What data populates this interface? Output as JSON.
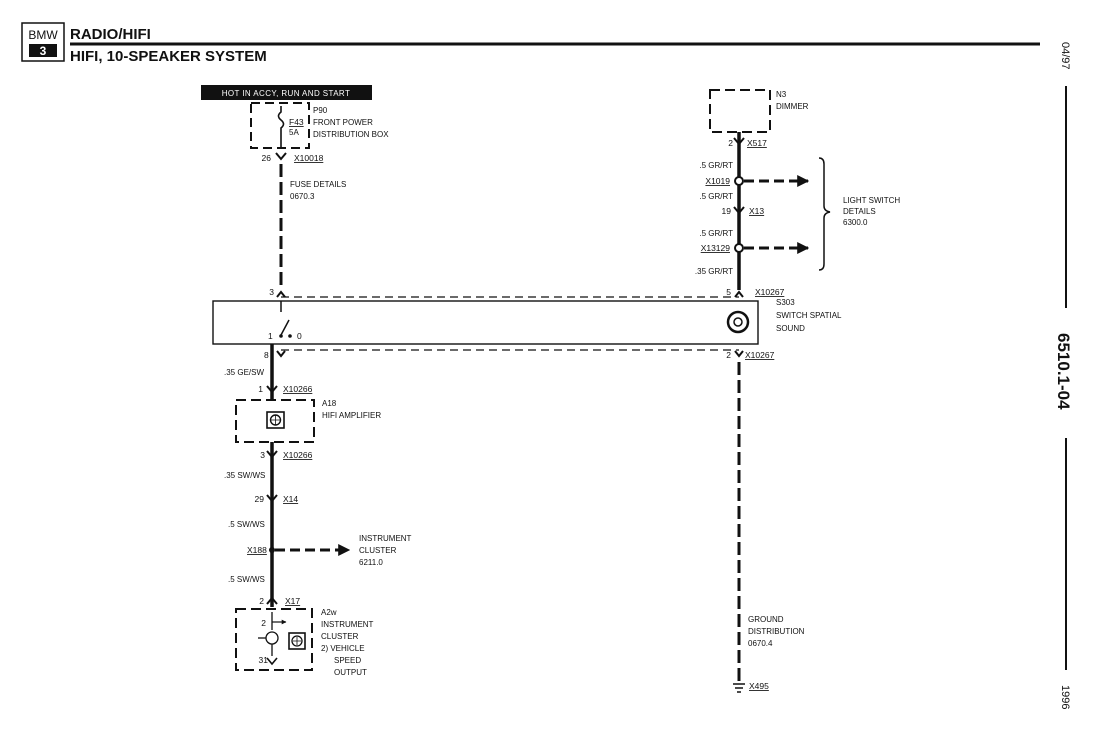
{
  "header": {
    "logo_line1": "BMW",
    "logo_line2": "3",
    "title": "RADIO/HIFI",
    "subtitle": "HIFI, 10-SPEAKER SYSTEM"
  },
  "side": {
    "date": "04/97",
    "doc_number": "6510.1-04",
    "year": "1996"
  },
  "power_banner": "HOT IN ACCY, RUN AND START",
  "fuse_box": {
    "fuse_id": "F43",
    "fuse_rating": "5A",
    "id": "P90",
    "name_line1": "FRONT POWER",
    "name_line2": "DISTRIBUTION BOX",
    "pin": "26",
    "connector": "X10018",
    "ref_line1": "FUSE DETAILS",
    "ref_line2": "0670.3"
  },
  "dimmer": {
    "id": "N3",
    "name": "DIMMER",
    "pin": "2",
    "connector": "X517"
  },
  "dimmer_wires": {
    "wire1": ".5 GR/RT",
    "splice1": "X1019",
    "wire2": ".5 GR/RT",
    "pin_x13": "19",
    "conn_x13": "X13",
    "wire3": ".5 GR/RT",
    "splice2": "X13129",
    "wire4": ".35 GR/RT",
    "ref_line1": "LIGHT SWITCH",
    "ref_line2": "DETAILS",
    "ref_line3": "6300.0"
  },
  "switch": {
    "id": "S303",
    "name_line1": "SWITCH SPATIAL",
    "name_line2": "SOUND",
    "pin_top_left": "3",
    "pin_top_right": "5",
    "conn_top": "X10267",
    "contact_1": "1",
    "contact_0": "0",
    "pin_bottom_left": "8",
    "pin_bottom_right": "2",
    "conn_bottom": "X10267"
  },
  "amplifier": {
    "wire_in": ".35 GE/SW",
    "pin_in": "1",
    "conn_in": "X10266",
    "id": "A18",
    "name": "HIFI AMPLIFIER",
    "pin_out": "3",
    "conn_out": "X10266",
    "wire_out": ".35 SW/WS"
  },
  "lower_wires": {
    "pin_x14": "29",
    "conn_x14": "X14",
    "wire1": ".5 SW/WS",
    "splice": "X188",
    "ref_line1": "INSTRUMENT",
    "ref_line2": "CLUSTER",
    "ref_line3": "6211.0",
    "wire2": ".5 SW/WS",
    "pin_x17": "2",
    "conn_x17": "X17"
  },
  "cluster": {
    "id": "A2w",
    "name_line1": "INSTRUMENT",
    "name_line2": "CLUSTER",
    "pin_2": "2",
    "pin_31": "31",
    "note_line1": "2)  VEHICLE",
    "note_line2": "SPEED",
    "note_line3": "OUTPUT"
  },
  "ground": {
    "ref_line1": "GROUND",
    "ref_line2": "DISTRIBUTION",
    "ref_line3": "0670.4",
    "connector": "X495"
  }
}
